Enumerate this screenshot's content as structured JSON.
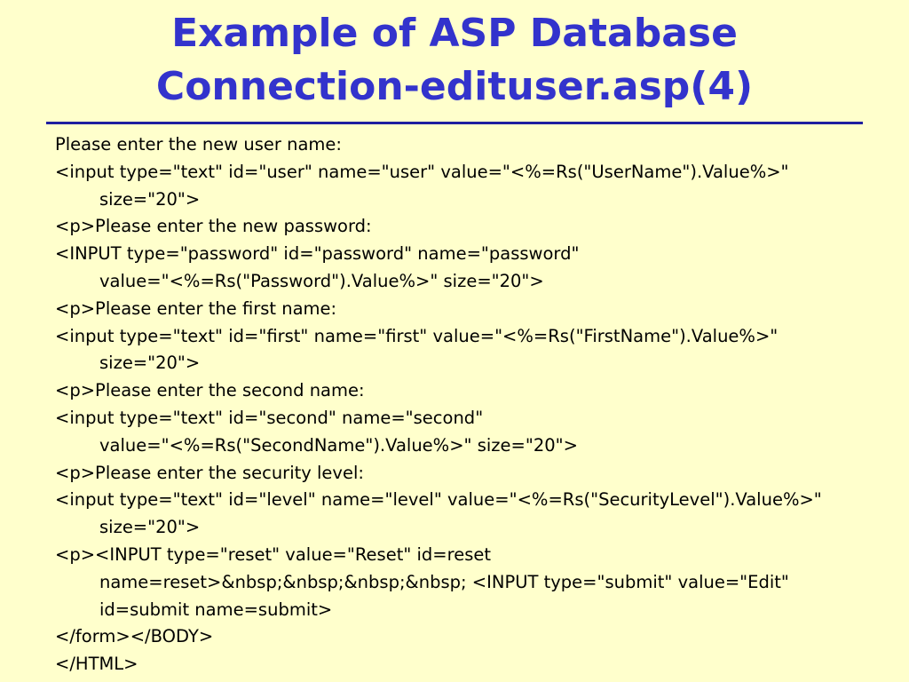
{
  "slide": {
    "title_lines": [
      "Example of ASP Database",
      "Connection-edituser.asp(4)"
    ],
    "code_lines": [
      {
        "text": "Please enter the new user name:",
        "indent": false
      },
      {
        "text": "<input type=\"text\" id=\"user\" name=\"user\" value=\"<%=Rs(\"UserName\").Value%>\"",
        "indent": false
      },
      {
        "text": "size=\"20\">",
        "indent": true
      },
      {
        "text": "<p>Please enter the new password:",
        "indent": false
      },
      {
        "text": "<INPUT type=\"password\" id=\"password\" name=\"password\"",
        "indent": false
      },
      {
        "text": "value=\"<%=Rs(\"Password\").Value%>\" size=\"20\">",
        "indent": true
      },
      {
        "text": "<p>Please enter the first name:",
        "indent": false
      },
      {
        "text": "<input type=\"text\" id=\"first\" name=\"first\" value=\"<%=Rs(\"FirstName\").Value%>\"",
        "indent": false
      },
      {
        "text": "size=\"20\">",
        "indent": true
      },
      {
        "text": "<p>Please enter the second name:",
        "indent": false
      },
      {
        "text": "<input type=\"text\" id=\"second\" name=\"second\"",
        "indent": false
      },
      {
        "text": "value=\"<%=Rs(\"SecondName\").Value%>\" size=\"20\">",
        "indent": true
      },
      {
        "text": "<p>Please enter the security level:",
        "indent": false
      },
      {
        "text": "<input type=\"text\" id=\"level\" name=\"level\" value=\"<%=Rs(\"SecurityLevel\").Value%>\"",
        "indent": false
      },
      {
        "text": "size=\"20\">",
        "indent": true
      },
      {
        "text": "<p><INPUT type=\"reset\" value=\"Reset\" id=reset",
        "indent": false
      },
      {
        "text": "name=reset>&nbsp;&nbsp;&nbsp;&nbsp; <INPUT type=\"submit\" value=\"Edit\"",
        "indent": true
      },
      {
        "text": "id=submit name=submit>",
        "indent": true
      },
      {
        "text": "</form></BODY>",
        "indent": false
      },
      {
        "text": "</HTML>",
        "indent": false
      }
    ]
  },
  "colors": {
    "background": "#ffffcc",
    "title": "#3333cc",
    "rule": "#1e1ea0",
    "text": "#000000"
  }
}
